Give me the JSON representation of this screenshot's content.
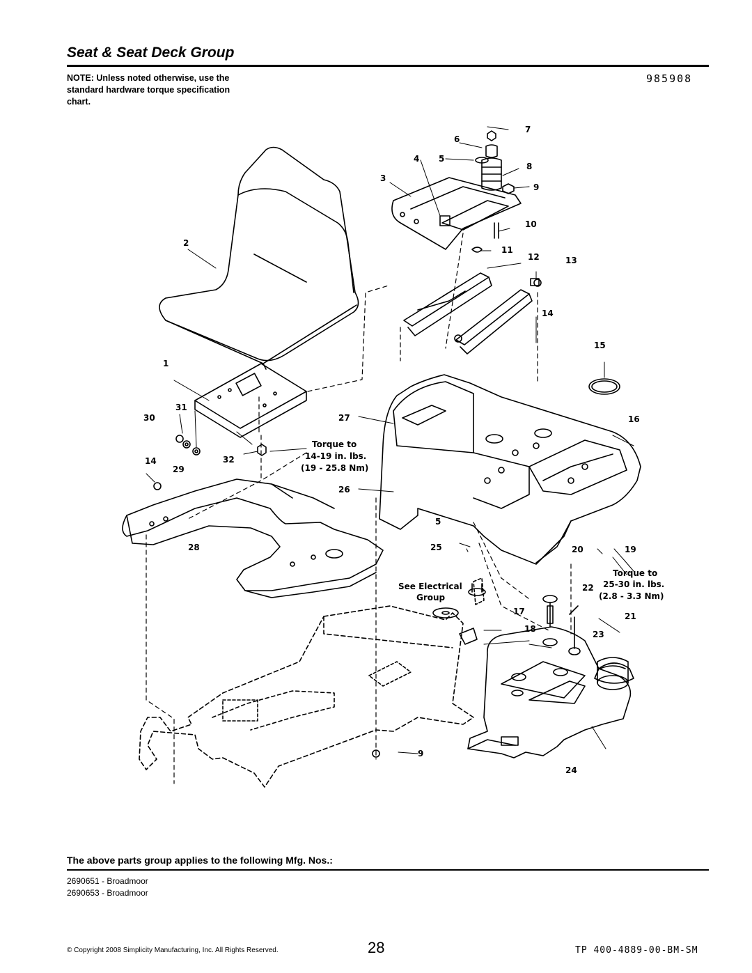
{
  "header": {
    "title": "Seat & Seat Deck Group",
    "note": "NOTE: Unless noted otherwise, use the standard hardware torque specification chart.",
    "diagram_number": "985908"
  },
  "diagram": {
    "callouts": [
      {
        "id": "c1",
        "label": "1"
      },
      {
        "id": "c2",
        "label": "2"
      },
      {
        "id": "c3",
        "label": "3"
      },
      {
        "id": "c4",
        "label": "4"
      },
      {
        "id": "c5a",
        "label": "5"
      },
      {
        "id": "c5b",
        "label": "5"
      },
      {
        "id": "c6",
        "label": "6"
      },
      {
        "id": "c7",
        "label": "7"
      },
      {
        "id": "c8",
        "label": "8"
      },
      {
        "id": "c9a",
        "label": "9"
      },
      {
        "id": "c9b",
        "label": "9"
      },
      {
        "id": "c10",
        "label": "10"
      },
      {
        "id": "c11",
        "label": "11"
      },
      {
        "id": "c12",
        "label": "12"
      },
      {
        "id": "c13",
        "label": "13"
      },
      {
        "id": "c14a",
        "label": "14"
      },
      {
        "id": "c14b",
        "label": "14"
      },
      {
        "id": "c15",
        "label": "15"
      },
      {
        "id": "c16",
        "label": "16"
      },
      {
        "id": "c17",
        "label": "17"
      },
      {
        "id": "c18",
        "label": "18"
      },
      {
        "id": "c19",
        "label": "19"
      },
      {
        "id": "c20",
        "label": "20"
      },
      {
        "id": "c21",
        "label": "21"
      },
      {
        "id": "c22",
        "label": "22"
      },
      {
        "id": "c23",
        "label": "23"
      },
      {
        "id": "c24",
        "label": "24"
      },
      {
        "id": "c25",
        "label": "25"
      },
      {
        "id": "c26",
        "label": "26"
      },
      {
        "id": "c27",
        "label": "27"
      },
      {
        "id": "c28",
        "label": "28"
      },
      {
        "id": "c29",
        "label": "29"
      },
      {
        "id": "c30",
        "label": "30"
      },
      {
        "id": "c31",
        "label": "31"
      },
      {
        "id": "c32",
        "label": "32"
      }
    ],
    "torque_notes": [
      {
        "lines": [
          "Torque to",
          "14-19 in. lbs.",
          "(19 - 25.8 Nm)"
        ]
      },
      {
        "lines": [
          "Torque to",
          "25-30 in. lbs.",
          "(2.8 - 3.3 Nm)"
        ]
      }
    ],
    "see_electrical": [
      "See Electrical",
      "Group"
    ]
  },
  "applies": {
    "heading": "The above parts group applies to the following Mfg. Nos.:",
    "models": [
      "2690651 - Broadmoor",
      "2690653 - Broadmoor"
    ]
  },
  "footer": {
    "copyright": "© Copyright 2008 Simplicity Manufacturing, Inc. All Rights Reserved.",
    "page_number": "28",
    "doc_code": "TP 400-4889-00-BM-SM"
  }
}
